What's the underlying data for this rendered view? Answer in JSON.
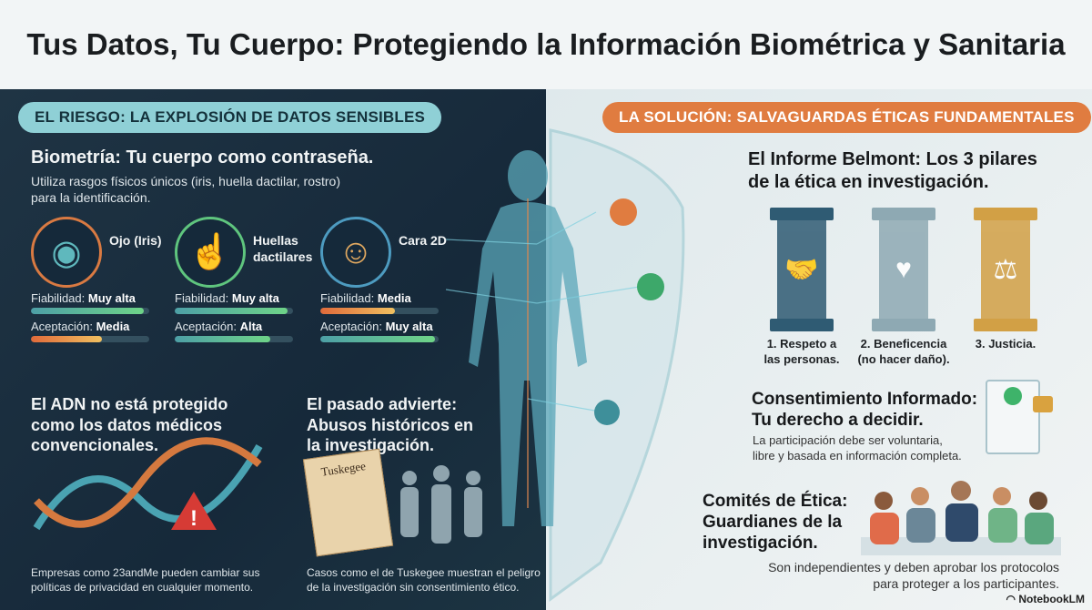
{
  "title": "Tus Datos, Tu Cuerpo: Protegiendo la Información Biométrica y Sanitaria",
  "left": {
    "section_label": "EL RIESGO: LA EXPLOSIÓN DE DATOS SENSIBLES",
    "biometria": {
      "heading": "Biometría: Tu cuerpo como contraseña.",
      "text_line1": "Utiliza rasgos físicos únicos (iris, huella dactilar, rostro)",
      "text_line2": "para la identificación.",
      "items": [
        {
          "name": "Ojo (Iris)",
          "icon": "eye-icon",
          "ring_color": "#d97a42",
          "reliability_label": "Fiabilidad:",
          "reliability": "Muy alta",
          "reliability_pct": 95,
          "acceptance_label": "Aceptación:",
          "acceptance": "Media",
          "acceptance_pct": 60
        },
        {
          "name": "Huellas dactilares",
          "icon": "fingerprint-icon",
          "ring_color": "#5fc57e",
          "reliability_label": "Fiabilidad:",
          "reliability": "Muy alta",
          "reliability_pct": 95,
          "acceptance_label": "Aceptación:",
          "acceptance": "Alta",
          "acceptance_pct": 81
        },
        {
          "name": "Cara 2D",
          "icon": "face-icon",
          "ring_color": "#4d9bc0",
          "reliability_label": "Fiabilidad:",
          "reliability": "Media",
          "reliability_pct": 63,
          "acceptance_label": "Aceptación:",
          "acceptance": "Muy alta",
          "acceptance_pct": 97
        }
      ]
    },
    "adn": {
      "heading_line1": "El ADN no está protegido",
      "heading_line2": "como los datos médicos",
      "heading_line3": "convencionales.",
      "text_line1": "Empresas como 23andMe pueden cambiar sus",
      "text_line2": "políticas de privacidad en cualquier momento."
    },
    "pasado": {
      "heading_line1": "El pasado advierte:",
      "heading_line2": "Abusos históricos en",
      "heading_line3": "la investigación.",
      "document_title": "Tuskegee",
      "text_line1": "Casos como el de Tuskegee muestran el peligro",
      "text_line2": "de la investigación sin consentimiento ético."
    }
  },
  "right": {
    "section_label": "LA SOLUCIÓN: SALVAGUARDAS ÉTICAS FUNDAMENTALES",
    "belmont": {
      "heading_line1": "El Informe Belmont: Los 3 pilares",
      "heading_line2": "de la ética en investigación.",
      "pillars": [
        {
          "line1": "1. Respeto a",
          "line2": "las personas."
        },
        {
          "line1": "2. Beneficencia",
          "line2": "(no hacer daño)."
        },
        {
          "line1": "3. Justicia.",
          "line2": ""
        }
      ]
    },
    "consentimiento": {
      "heading_line1": "Consentimiento Informado:",
      "heading_line2": "Tu derecho a decidir.",
      "text_line1": "La participación debe ser voluntaria,",
      "text_line2": "libre y basada en información completa."
    },
    "comites": {
      "heading_line1": "Comités de Ética:",
      "heading_line2": "Guardianes de la",
      "heading_line3": "investigación.",
      "text_line1": "Son independientes y deben aprobar los protocolos",
      "text_line2": "para proteger a los participantes."
    }
  },
  "brand": "NotebookLM",
  "colors": {
    "accent_teal": "#8fd0d6",
    "accent_orange": "#e07c40",
    "dark_bg": "#1a2f3f"
  }
}
